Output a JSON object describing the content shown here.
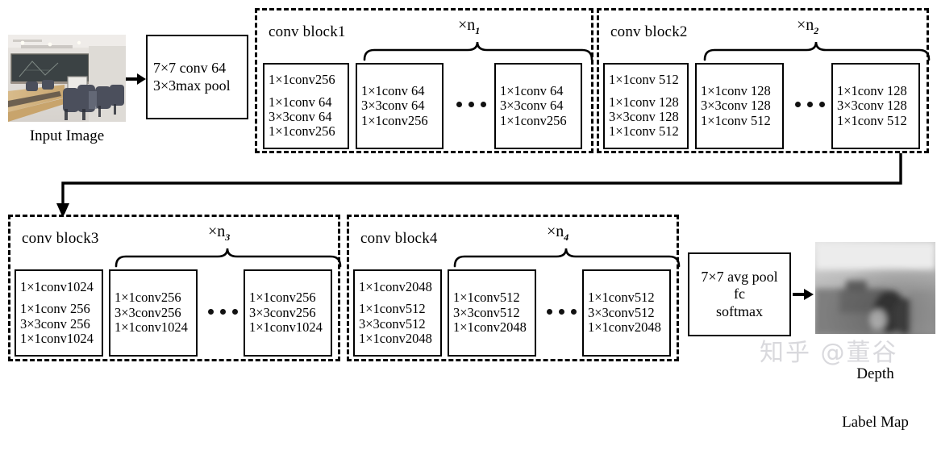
{
  "figure": {
    "title": "ResNet-style conv block architecture for depth label map prediction",
    "watermark": "知乎 @董谷"
  },
  "input": {
    "caption": "Input Image",
    "alt": "classroom-photo"
  },
  "stem": {
    "name": "stem-box",
    "lines": [
      "7×7 conv 64",
      "3×3max pool"
    ]
  },
  "head": {
    "name": "avgpool-fc-softmax-box",
    "lines": [
      "7×7 avg pool",
      "fc",
      "softmax"
    ]
  },
  "output": {
    "caption_line1": "Depth",
    "caption_line2": "Label Map",
    "alt": "depth-label-map"
  },
  "blocks": [
    {
      "id": "conv-block-1",
      "title": "conv block1",
      "repeat_label": "×n",
      "repeat_sub": "1",
      "first_unit": [
        "1×1conv256",
        "",
        "1×1conv 64",
        "3×3conv 64",
        "1×1conv256"
      ],
      "repeat_unit": [
        "1×1conv 64",
        "3×3conv 64",
        "1×1conv256"
      ],
      "last_unit": [
        "1×1conv 64",
        "3×3conv 64",
        "1×1conv256"
      ],
      "ellipsis": "• • •"
    },
    {
      "id": "conv-block-2",
      "title": "conv block2",
      "repeat_label": "×n",
      "repeat_sub": "2",
      "first_unit": [
        "1×1conv 512",
        "",
        "1×1conv 128",
        "3×3conv 128",
        "1×1conv 512"
      ],
      "repeat_unit": [
        "1×1conv 128",
        "3×3conv 128",
        "1×1conv 512"
      ],
      "last_unit": [
        "1×1conv 128",
        "3×3conv 128",
        "1×1conv 512"
      ],
      "ellipsis": "• • •"
    },
    {
      "id": "conv-block-3",
      "title": "conv block3",
      "repeat_label": "×n",
      "repeat_sub": "3",
      "first_unit": [
        "1×1conv1024",
        "",
        "1×1conv 256",
        "3×3conv 256",
        "1×1conv1024"
      ],
      "repeat_unit": [
        "1×1conv256",
        "3×3conv256",
        "1×1conv1024"
      ],
      "last_unit": [
        "1×1conv256",
        "3×3conv256",
        "1×1conv1024"
      ],
      "ellipsis": "• • •"
    },
    {
      "id": "conv-block-4",
      "title": "conv block4",
      "repeat_label": "×n",
      "repeat_sub": "4",
      "first_unit": [
        "1×1conv2048",
        "",
        "1×1conv512",
        "3×3conv512",
        "1×1conv2048"
      ],
      "repeat_unit": [
        "1×1conv512",
        "3×3conv512",
        "1×1conv2048"
      ],
      "last_unit": [
        "1×1conv512",
        "3×3conv512",
        "1×1conv2048"
      ],
      "ellipsis": "• • •"
    }
  ],
  "colors": {
    "line": "#000000",
    "paper": "#ffffff",
    "watermark": "#d9d9dd"
  }
}
